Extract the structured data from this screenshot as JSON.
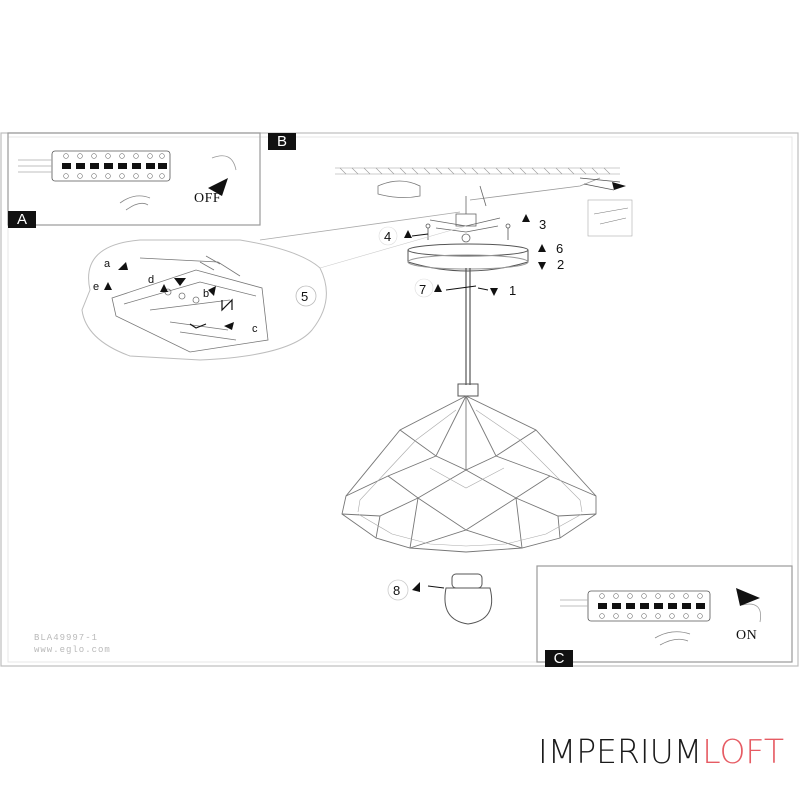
{
  "panels": {
    "a": "A",
    "b": "B",
    "c": "C"
  },
  "switch_states": {
    "off": "OFF",
    "on": "ON"
  },
  "steps": [
    "1",
    "2",
    "3",
    "4",
    "5",
    "6",
    "7",
    "8"
  ],
  "terminal_labels": [
    "a",
    "b",
    "c",
    "d",
    "e"
  ],
  "footer": {
    "code": "BLA49997-1",
    "url": "www.eglo.com"
  },
  "watermark": {
    "part1": "IMPERIUM",
    "part2": "LOFT"
  },
  "colors": {
    "line": "#555555",
    "fill": "#111111",
    "watermark_dark": "#1a1a1a",
    "watermark_accent": "#e65b63"
  }
}
